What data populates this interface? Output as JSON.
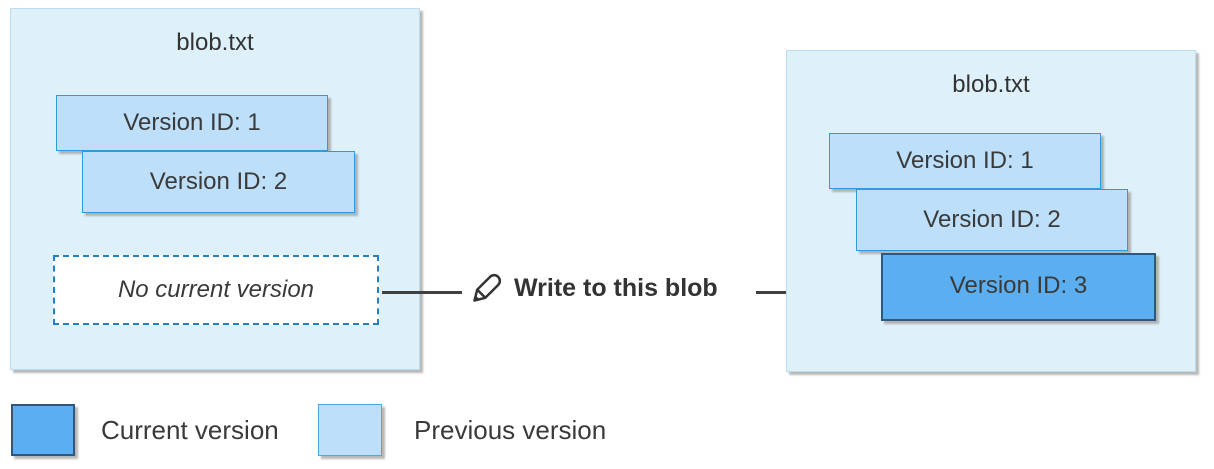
{
  "diagram": {
    "source_blob": {
      "title": "blob.txt",
      "versions": [
        {
          "label": "Version ID: 1",
          "state": "previous"
        },
        {
          "label": "Version ID: 2",
          "state": "previous"
        }
      ],
      "current_slot_label": "No current version"
    },
    "action": {
      "icon": "pencil-icon",
      "label": "Write to this blob"
    },
    "result_blob": {
      "title": "blob.txt",
      "versions": [
        {
          "label": "Version ID: 1",
          "state": "previous"
        },
        {
          "label": "Version ID: 2",
          "state": "previous"
        },
        {
          "label": "Version ID: 3",
          "state": "current"
        }
      ]
    },
    "legend": {
      "current": {
        "label": "Current version",
        "color": "#5baeef"
      },
      "previous": {
        "label": "Previous version",
        "color": "#bddff9"
      }
    },
    "colors": {
      "container_fill": "#def1fb",
      "previous_fill": "#bddff9",
      "previous_border": "#2e9be0",
      "current_fill": "#5baeef",
      "current_border": "#2f5780",
      "dashed_border": "#2280c8",
      "arrow": "#404040",
      "shadow": "#b8b8b8"
    }
  }
}
